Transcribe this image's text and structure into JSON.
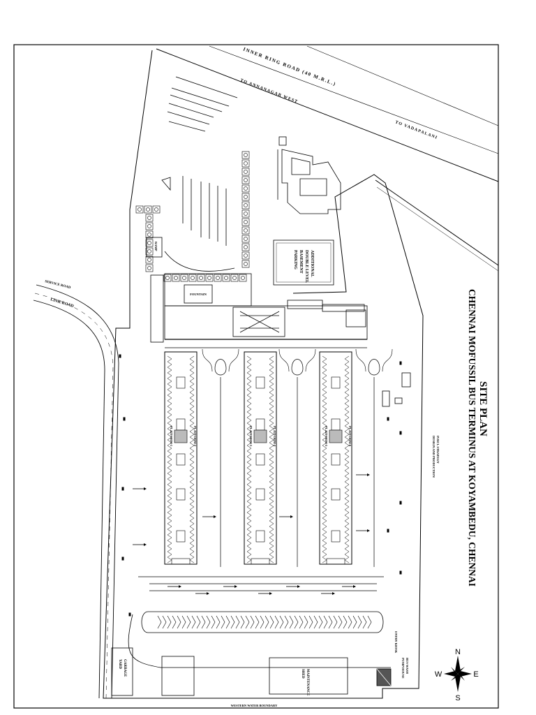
{
  "title": {
    "line1": "CHENNAI MOFUSSIL BUS TERMINUS AT KOYAMBEDU, CHENNAI",
    "line2": "SITE PLAN"
  },
  "roads": {
    "inner_ring": "INNER RING ROAD (40 M.R.L.)",
    "to_annanagar": "TO ANNANAGAR WEST",
    "to_vadapalani": "TO VADAPALANI",
    "link_road": "LINK ROAD",
    "service_road": "SERVICE ROAD"
  },
  "blocks": {
    "additional_parking": [
      "ADDITIONAL",
      "DOUBLE LEVEL",
      "BASEMENT",
      "PARKING"
    ],
    "fountain": "FOUNTAIN",
    "ramp": "RAMP",
    "maintenance_shed": [
      "MAINTENANCE",
      "SHED"
    ],
    "garbage_yard": [
      "GARBAGE",
      "YARD"
    ],
    "bus_wash_pump": [
      "BUS WASH",
      "PUMP HOUSE"
    ],
    "entry_kiosk": "ENTRY KIOSK",
    "owner": [
      "DESIGN AND PRODUCTION",
      "IVRCL STRATEGY"
    ]
  },
  "platforms": [
    "PLATFORM-1",
    "PLATFORM-2",
    "PLATFORM-3",
    "PLATFORM-4",
    "PLATFORM-5",
    "PLATFORM-6"
  ],
  "compass": {
    "n": "N",
    "s": "S",
    "e": "E",
    "w": "W"
  },
  "bottom_label": "WESTERN WATER BOUNDARY"
}
